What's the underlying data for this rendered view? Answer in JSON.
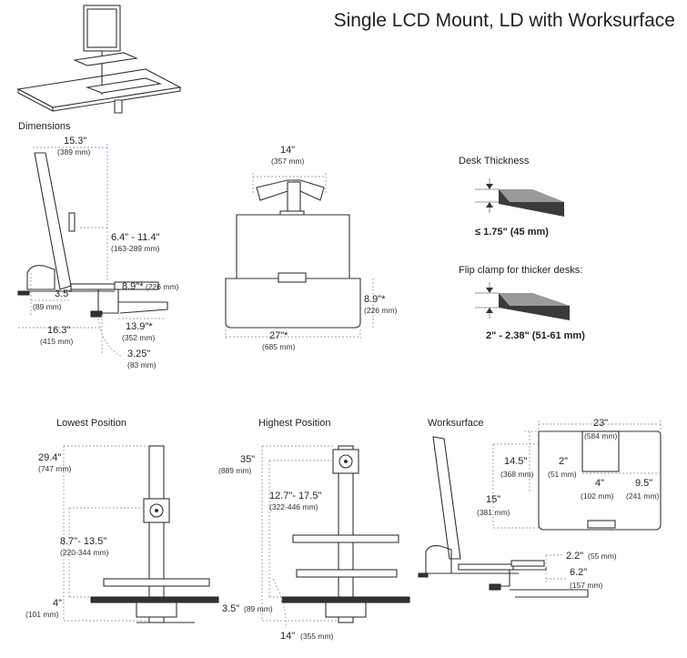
{
  "title": "Single LCD Mount, LD with Worksurface",
  "sections": {
    "dimensions": "Dimensions",
    "lowest": "Lowest Position",
    "highest": "Highest Position",
    "worksurface": "Worksurface"
  },
  "side_view": {
    "width_in": "15.3\"",
    "width_mm": "(389 mm)",
    "height_range_in": "6.4\" - 11.4\"",
    "height_range_mm": "(163-289 mm)",
    "tray_w_in": "8.9\"*",
    "tray_w_mm": "(226 mm)",
    "depth_in": "3.5\"",
    "depth_mm": "(89 mm)",
    "clamp_in": "16.3\"",
    "clamp_mm": "(415 mm)",
    "tray_d_in": "13.9\"*",
    "tray_d_mm": "(352 mm)",
    "clamp_depth_in": "3.25\"",
    "clamp_depth_mm": "(83 mm)"
  },
  "front_view": {
    "top_w_in": "14\"",
    "top_w_mm": "(357 mm)",
    "base_w_in": "27\"*",
    "base_w_mm": "(685 mm)",
    "base_d_in": "8.9\"*",
    "base_d_mm": "(226 mm)"
  },
  "desk": {
    "thickness_label": "Desk Thickness",
    "thickness_value": "≤ 1.75\" (45 mm)",
    "flip_label": "Flip clamp for thicker desks:",
    "flip_value": "2\" - 2.38\" (51-61 mm)"
  },
  "lowest_view": {
    "total_in": "29.4\"",
    "total_mm": "(747 mm)",
    "range_in": "8.7\"- 13.5\"",
    "range_mm": "(220-344 mm)",
    "base_in": "4\"",
    "base_mm": "(101 mm)"
  },
  "highest_view": {
    "total_in": "35\"",
    "total_mm": "(889 mm)",
    "range_in": "12.7\"- 17.5\"",
    "range_mm": "(322-446 mm)",
    "clamp_in": "3.5\"",
    "clamp_mm": "(89 mm)",
    "base_in": "14\"",
    "base_mm": "(355 mm)"
  },
  "worksurface_view": {
    "width_in": "23\"",
    "width_mm": "(584 mm)",
    "d1_in": "14.5\"",
    "d1_mm": "(368 mm)",
    "notch_in": "2\"",
    "notch_mm": "(51 mm)",
    "notch_w_in": "4\"",
    "notch_w_mm": "(102 mm)",
    "side_in": "9.5\"",
    "side_mm": "(241 mm)",
    "depth_in": "15\"",
    "depth_mm": "(381 mm)",
    "shelf_in": "2.2\"",
    "shelf_mm": "(55 mm)",
    "lip_in": "6.2\"",
    "lip_mm": "(157 mm)"
  }
}
